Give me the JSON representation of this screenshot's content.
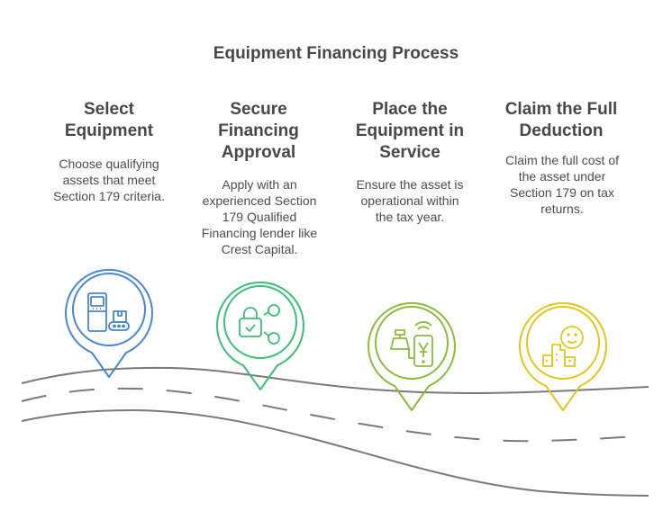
{
  "title": "Equipment Financing Process",
  "steps": [
    {
      "title_lines": [
        "Select",
        "Equipment"
      ],
      "description_lines": [
        "Choose qualifying",
        "assets that meet",
        "Section 179 criteria."
      ],
      "icon": "equipment-machine-conveyor-icon",
      "color": "#4a86d4"
    },
    {
      "title_lines": [
        "Secure",
        "Financing",
        "Approval"
      ],
      "description_lines": [
        "Apply with an",
        "experienced Section",
        "179 Qualified",
        "Financing lender like",
        "Crest Capital."
      ],
      "icon": "lock-share-icon",
      "color": "#3cbf78"
    },
    {
      "title_lines": [
        "Place the",
        "Equipment in",
        "Service"
      ],
      "description_lines": [
        "Ensure the asset is",
        "operational within",
        "the tax year."
      ],
      "icon": "register-mobile-payment-icon",
      "color": "#8cbc3c"
    },
    {
      "title_lines": [
        "Claim the Full",
        "Deduction"
      ],
      "description_lines": [
        "Claim the full cost of",
        "the asset under",
        "Section 179 on tax",
        "returns."
      ],
      "icon": "smiley-buildings-icon",
      "color": "#e0c81c"
    }
  ],
  "road_color": "#7a7a7a"
}
